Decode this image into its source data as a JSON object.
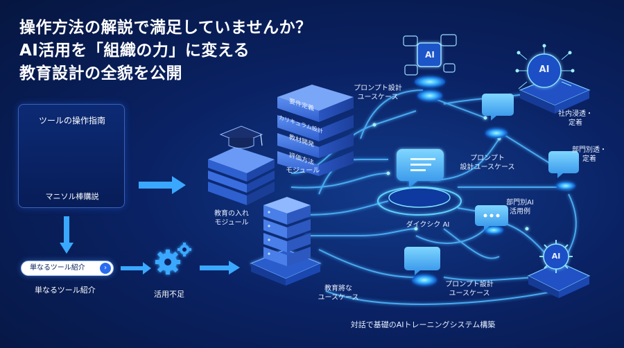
{
  "title": {
    "line1": "操作方法の解説で満足していませんか？",
    "line2": "AI活用を「組織の力」に変える",
    "line3": "教育設計の全貌を公開"
  },
  "left_panel": {
    "title": "ツールの操作指南",
    "caption": "マニソル棒購説",
    "doc_icon": "document-hand-icon"
  },
  "tag_button": {
    "label": "単なるツール紹介",
    "chevron": "›"
  },
  "tag_caption": "単なるツール紹介",
  "gear_caption": "活用不足",
  "stack_layers": [
    "要件定義",
    "カリキュラム設計",
    "教材開発",
    "評価方法"
  ],
  "labels": {
    "module": "モジュール",
    "intro_module_1": "教育の入れ",
    "intro_module_2": "モジュール",
    "prompt_top_1": "プロンプト設計",
    "prompt_top_2": "ユースケース",
    "prompt_mid_1": "プロンプト",
    "prompt_mid_2": "設計ユースケース",
    "internal_1": "社内浸透・",
    "internal_2": "定着",
    "dept_1": "部門別透・",
    "dept_2": "定着",
    "dept_ai_1": "部門別AI",
    "dept_ai_2": "活用例",
    "dynamic_ai": "ダイクシク AI",
    "edu_uc_1": "教育將な",
    "edu_uc_2": "ユースケース",
    "prompt_bottom_1": "プロンプト設計",
    "prompt_bottom_2": "ユースケース",
    "footer": "対話で基礎のAIトレーニングシステム構築"
  },
  "ai_badge": "AI",
  "colors": {
    "accent": "#3aa8ff",
    "glow": "#5fd0ff",
    "bg": "#0a2264"
  }
}
